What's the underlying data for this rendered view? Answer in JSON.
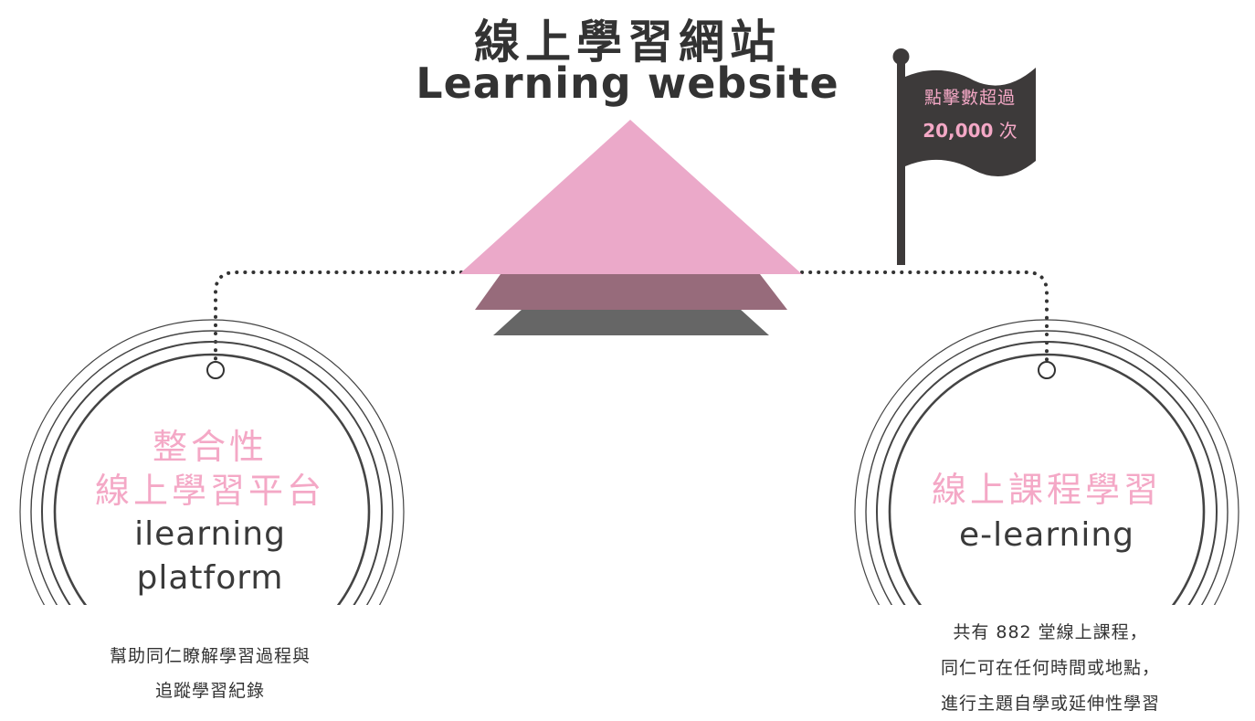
{
  "title": {
    "zh": "線上學習網站",
    "en": "Learning website"
  },
  "flag": {
    "line1": "點擊數超過",
    "number": "20,000",
    "unit": "次"
  },
  "left_node": {
    "title_line1": "整合性",
    "title_line2": "線上學習平台",
    "en_line1": "ilearning",
    "en_line2": "platform",
    "desc_line1": "幫助同仁瞭解學習過程與",
    "desc_line2": "追蹤學習紀錄"
  },
  "right_node": {
    "title": "線上課程學習",
    "en": "e-learning",
    "desc_line1": "共有 882 堂線上課程，",
    "desc_line2": "同仁可在任何時間或地點，",
    "desc_line3": "進行主題自學或延伸性學習"
  },
  "colors": {
    "pink": "#eba9c9",
    "mauve": "#976b7b",
    "gray": "#666666",
    "dark": "#3d3a3a",
    "text_pink": "#f4a8c6"
  }
}
